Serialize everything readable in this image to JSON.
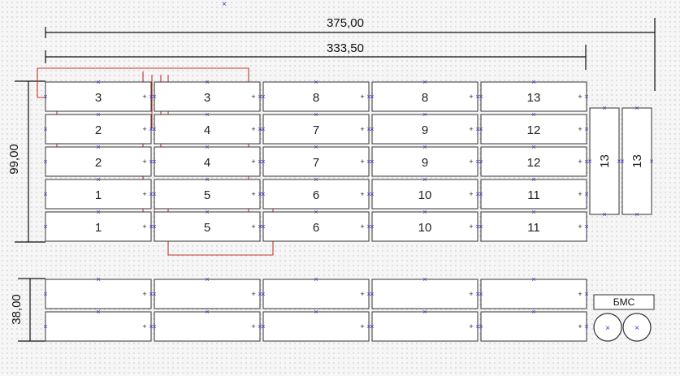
{
  "dimensions": {
    "overall_width": "375,00",
    "pack_width": "333,50",
    "height": "99,00",
    "side_height": "38,00"
  },
  "top_grid_rows": [
    [
      "3",
      "3",
      "8",
      "8",
      "13"
    ],
    [
      "2",
      "4",
      "7",
      "9",
      "12"
    ],
    [
      "2",
      "4",
      "7",
      "9",
      "12"
    ],
    [
      "1",
      "5",
      "6",
      "10",
      "11"
    ],
    [
      "1",
      "5",
      "6",
      "10",
      "11"
    ]
  ],
  "vertical_cells": [
    "13",
    "13"
  ],
  "bms_label": "БМС",
  "colors": {
    "cell_stroke": "#333333",
    "cell_fill": "#ffffff",
    "wire": "#c0392b",
    "marker": "#3a3acf",
    "dimension_line": "#111111"
  }
}
